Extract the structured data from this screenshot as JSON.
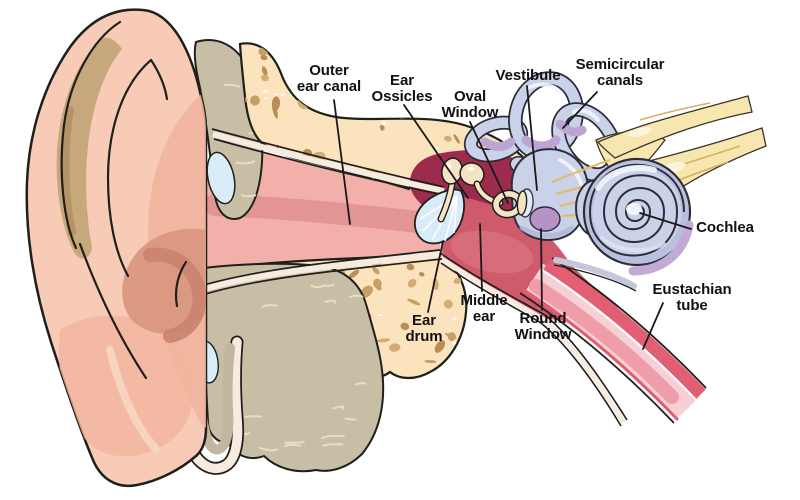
{
  "labels": [
    {
      "id": "outer-ear-canal",
      "text": "Outer\near canal"
    },
    {
      "id": "ear-ossicles",
      "text": "Ear\nOssicles"
    },
    {
      "id": "oval-window",
      "text": "Oval\nWindow"
    },
    {
      "id": "vestibule",
      "text": "Vestibule"
    },
    {
      "id": "semicircular-canals",
      "text": "Semicircular\ncanals"
    },
    {
      "id": "cochlea",
      "text": "Cochlea"
    },
    {
      "id": "eustachian-tube",
      "text": "Eustachian\ntube"
    },
    {
      "id": "round-window",
      "text": "Round\nWindow"
    },
    {
      "id": "middle-ear",
      "text": "Middle\near"
    },
    {
      "id": "ear-drum",
      "text": "Ear\ndrum"
    }
  ],
  "palette": {
    "outline": "#1F1F1C",
    "skin": "#F7CBB5",
    "skin_shadow": "#F1B49D",
    "concha_dark": "#DA9781",
    "scapha_tan": "#C7A77C",
    "cartilage": "#C8BEA6",
    "cartilage_blob_blue": "#D8EDF7",
    "bone": "#FBE3BD",
    "bone_speckle_1": "#C79E66",
    "bone_speckle_2": "#B98E55",
    "bone_speckle_3": "#D2AC74",
    "canal_pink": "#F3B0AB",
    "canal_core": "#DF9090",
    "middle_ear_red": "#CE5A6C",
    "middle_ear_maroon": "#9D2B4D",
    "ear_drum_blue": "#D9EAF8",
    "ossicle_cream": "#F5E4C4",
    "inner_ear_blue": "#C9D2E9",
    "inner_ear_purple": "#BCA5D2",
    "round_window_purple": "#B693C7",
    "nerve_yellow": "#F8E6B0",
    "tube_red": "#E25E72",
    "tube_pale": "#F7CFD4",
    "tube_core": "#EF9DA9",
    "label_color": "#111111"
  }
}
